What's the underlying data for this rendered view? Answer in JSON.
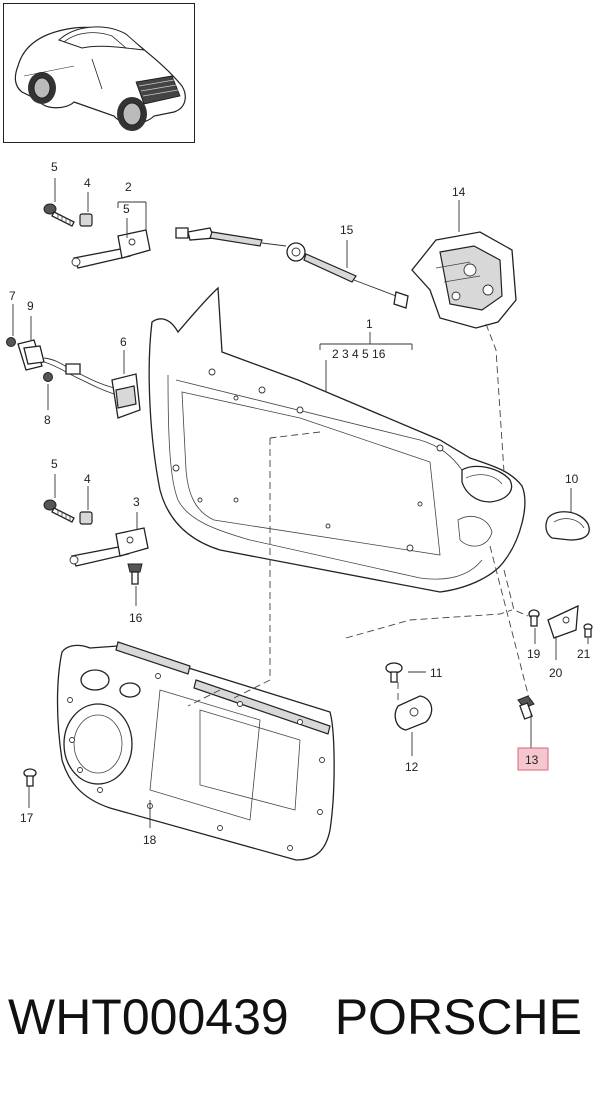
{
  "callouts": {
    "c1": "1",
    "c1_sub": "2   3   4   5   16",
    "c2": "2",
    "c2_sub": "5",
    "c3": "3",
    "c4a": "4",
    "c4b": "4",
    "c5a": "5",
    "c5b": "5",
    "c6": "6",
    "c7": "7",
    "c8": "8",
    "c9": "9",
    "c10": "10",
    "c11": "11",
    "c12": "12",
    "c13": "13",
    "c14": "14",
    "c15": "15",
    "c16": "16",
    "c17": "17",
    "c18": "18",
    "c19": "19",
    "c20": "20",
    "c21": "21"
  },
  "highlighted_part": "13",
  "highlight_color": "#f4c7cf",
  "footer": {
    "part_number": "WHT000439",
    "brand": "PORSCHE"
  }
}
